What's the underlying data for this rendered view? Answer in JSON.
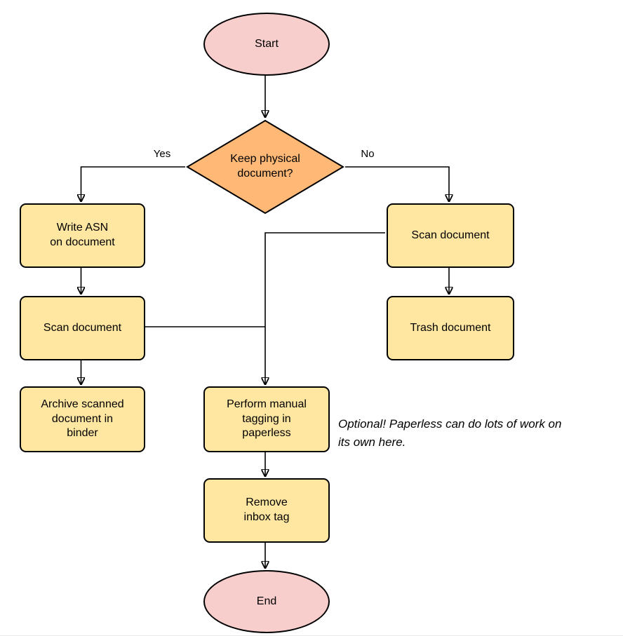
{
  "diagram": {
    "type": "flowchart",
    "nodes": {
      "start": {
        "label": "Start",
        "shape": "ellipse"
      },
      "decision": {
        "label": "Keep physical\ndocument?",
        "shape": "diamond"
      },
      "write_asn": {
        "label": "Write ASN\non document",
        "shape": "process"
      },
      "scan_left": {
        "label": "Scan document",
        "shape": "process"
      },
      "archive": {
        "label": "Archive scanned\ndocument in\nbinder",
        "shape": "process"
      },
      "scan_right": {
        "label": "Scan document",
        "shape": "process"
      },
      "trash": {
        "label": "Trash document",
        "shape": "process"
      },
      "tagging": {
        "label": "Perform manual\ntagging in\npaperless",
        "shape": "process"
      },
      "remove_inbox": {
        "label": "Remove\ninbox tag",
        "shape": "process"
      },
      "end": {
        "label": "End",
        "shape": "ellipse"
      }
    },
    "edge_labels": {
      "yes": "Yes",
      "no": "No"
    },
    "edges": [
      {
        "from": "start",
        "to": "decision"
      },
      {
        "from": "decision",
        "to": "write_asn",
        "label": "Yes"
      },
      {
        "from": "decision",
        "to": "scan_right",
        "label": "No"
      },
      {
        "from": "write_asn",
        "to": "scan_left"
      },
      {
        "from": "scan_left",
        "to": "archive"
      },
      {
        "from": "scan_left",
        "to": "tagging"
      },
      {
        "from": "scan_right",
        "to": "trash"
      },
      {
        "from": "scan_right",
        "to": "tagging"
      },
      {
        "from": "tagging",
        "to": "remove_inbox"
      },
      {
        "from": "remove_inbox",
        "to": "end"
      }
    ],
    "annotation": "Optional! Paperless can do lots of work on\nits own here.",
    "colors": {
      "terminal_fill": "#f8cecc",
      "decision_fill": "#ffb875",
      "process_fill": "#ffe6a1",
      "stroke": "#000000"
    }
  }
}
